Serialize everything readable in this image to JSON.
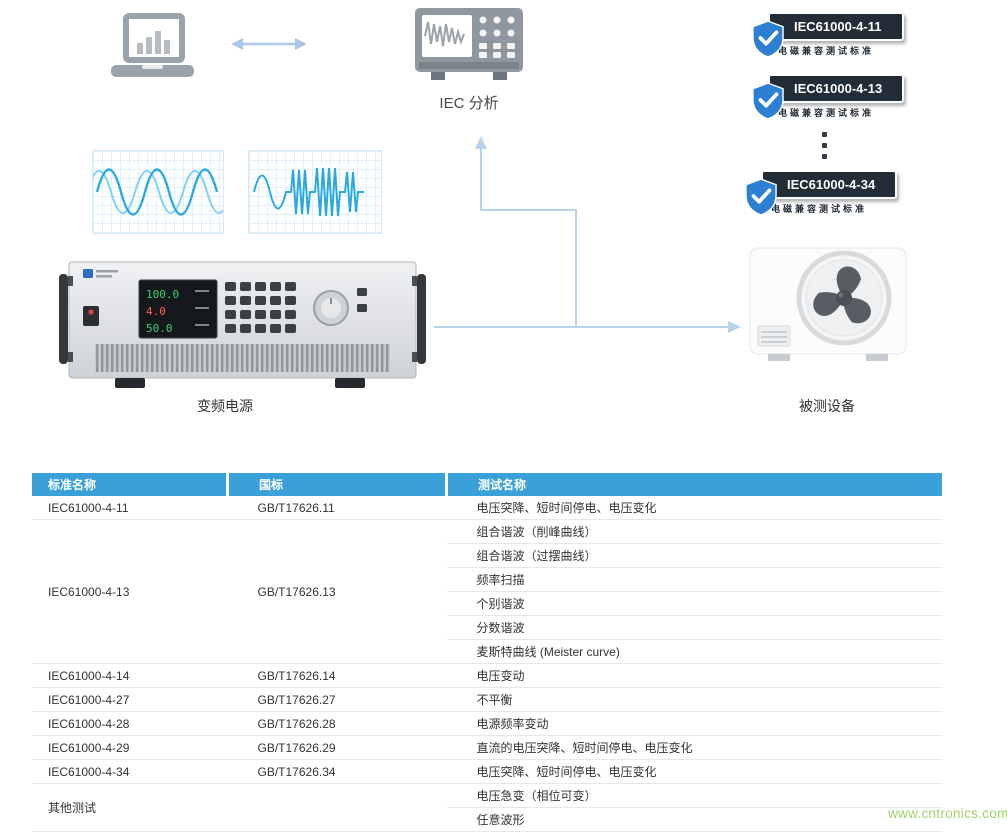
{
  "diagram": {
    "analyzer_label": "IEC 分析",
    "badges": [
      {
        "title": "IEC61000-4-11",
        "subtitle": "电磁兼容测试标准"
      },
      {
        "title": "IEC61000-4-13",
        "subtitle": "电磁兼容测试标准"
      },
      {
        "title": "IEC61000-4-34",
        "subtitle": "电磁兼容测试标准"
      }
    ],
    "power_supply": {
      "label": "变频电源",
      "screen_values": [
        "100.0",
        "4.0",
        "50.0"
      ]
    },
    "dut_label": "被测设备"
  },
  "table": {
    "headers": [
      "标准名称",
      "国标",
      "测试名称"
    ],
    "groups": [
      {
        "standard": "IEC61000-4-11",
        "gb": "GB/T17626.11",
        "tests": [
          "电压突降、短时间停电、电压变化"
        ]
      },
      {
        "standard": "IEC61000-4-13",
        "gb": "GB/T17626.13",
        "tests": [
          "组合谐波（削峰曲线）",
          "组合谐波（过摆曲线）",
          "频率扫描",
          "个别谐波",
          "分数谐波",
          "麦斯特曲线 (Meister curve)"
        ]
      },
      {
        "standard": "IEC61000-4-14",
        "gb": "GB/T17626.14",
        "tests": [
          "电压变动"
        ]
      },
      {
        "standard": "IEC61000-4-27",
        "gb": "GB/T17626.27",
        "tests": [
          "不平衡"
        ]
      },
      {
        "standard": "IEC61000-4-28",
        "gb": "GB/T17626.28",
        "tests": [
          "电源频率变动"
        ]
      },
      {
        "standard": "IEC61000-4-29",
        "gb": "GB/T17626.29",
        "tests": [
          "直流的电压突降、短时间停电、电压变化"
        ]
      },
      {
        "standard": "IEC61000-4-34",
        "gb": "GB/T17626.34",
        "tests": [
          "电压突降、短时间停电、电压变化"
        ]
      },
      {
        "standard": "其他测试",
        "gb": "",
        "tests": [
          "电压急变（相位可变）",
          "任意波形"
        ]
      }
    ]
  },
  "watermark": "www.cntronics.com",
  "colors": {
    "accent_blue": "#3aa0d8",
    "connector_blue": "#b9d3ea",
    "badge_dark": "#232d37",
    "shield_blue": "#2d7fd3",
    "wave_blue": "#2aa9e1",
    "screen_green": "#3ad06e",
    "screen_red": "#ff6159"
  }
}
